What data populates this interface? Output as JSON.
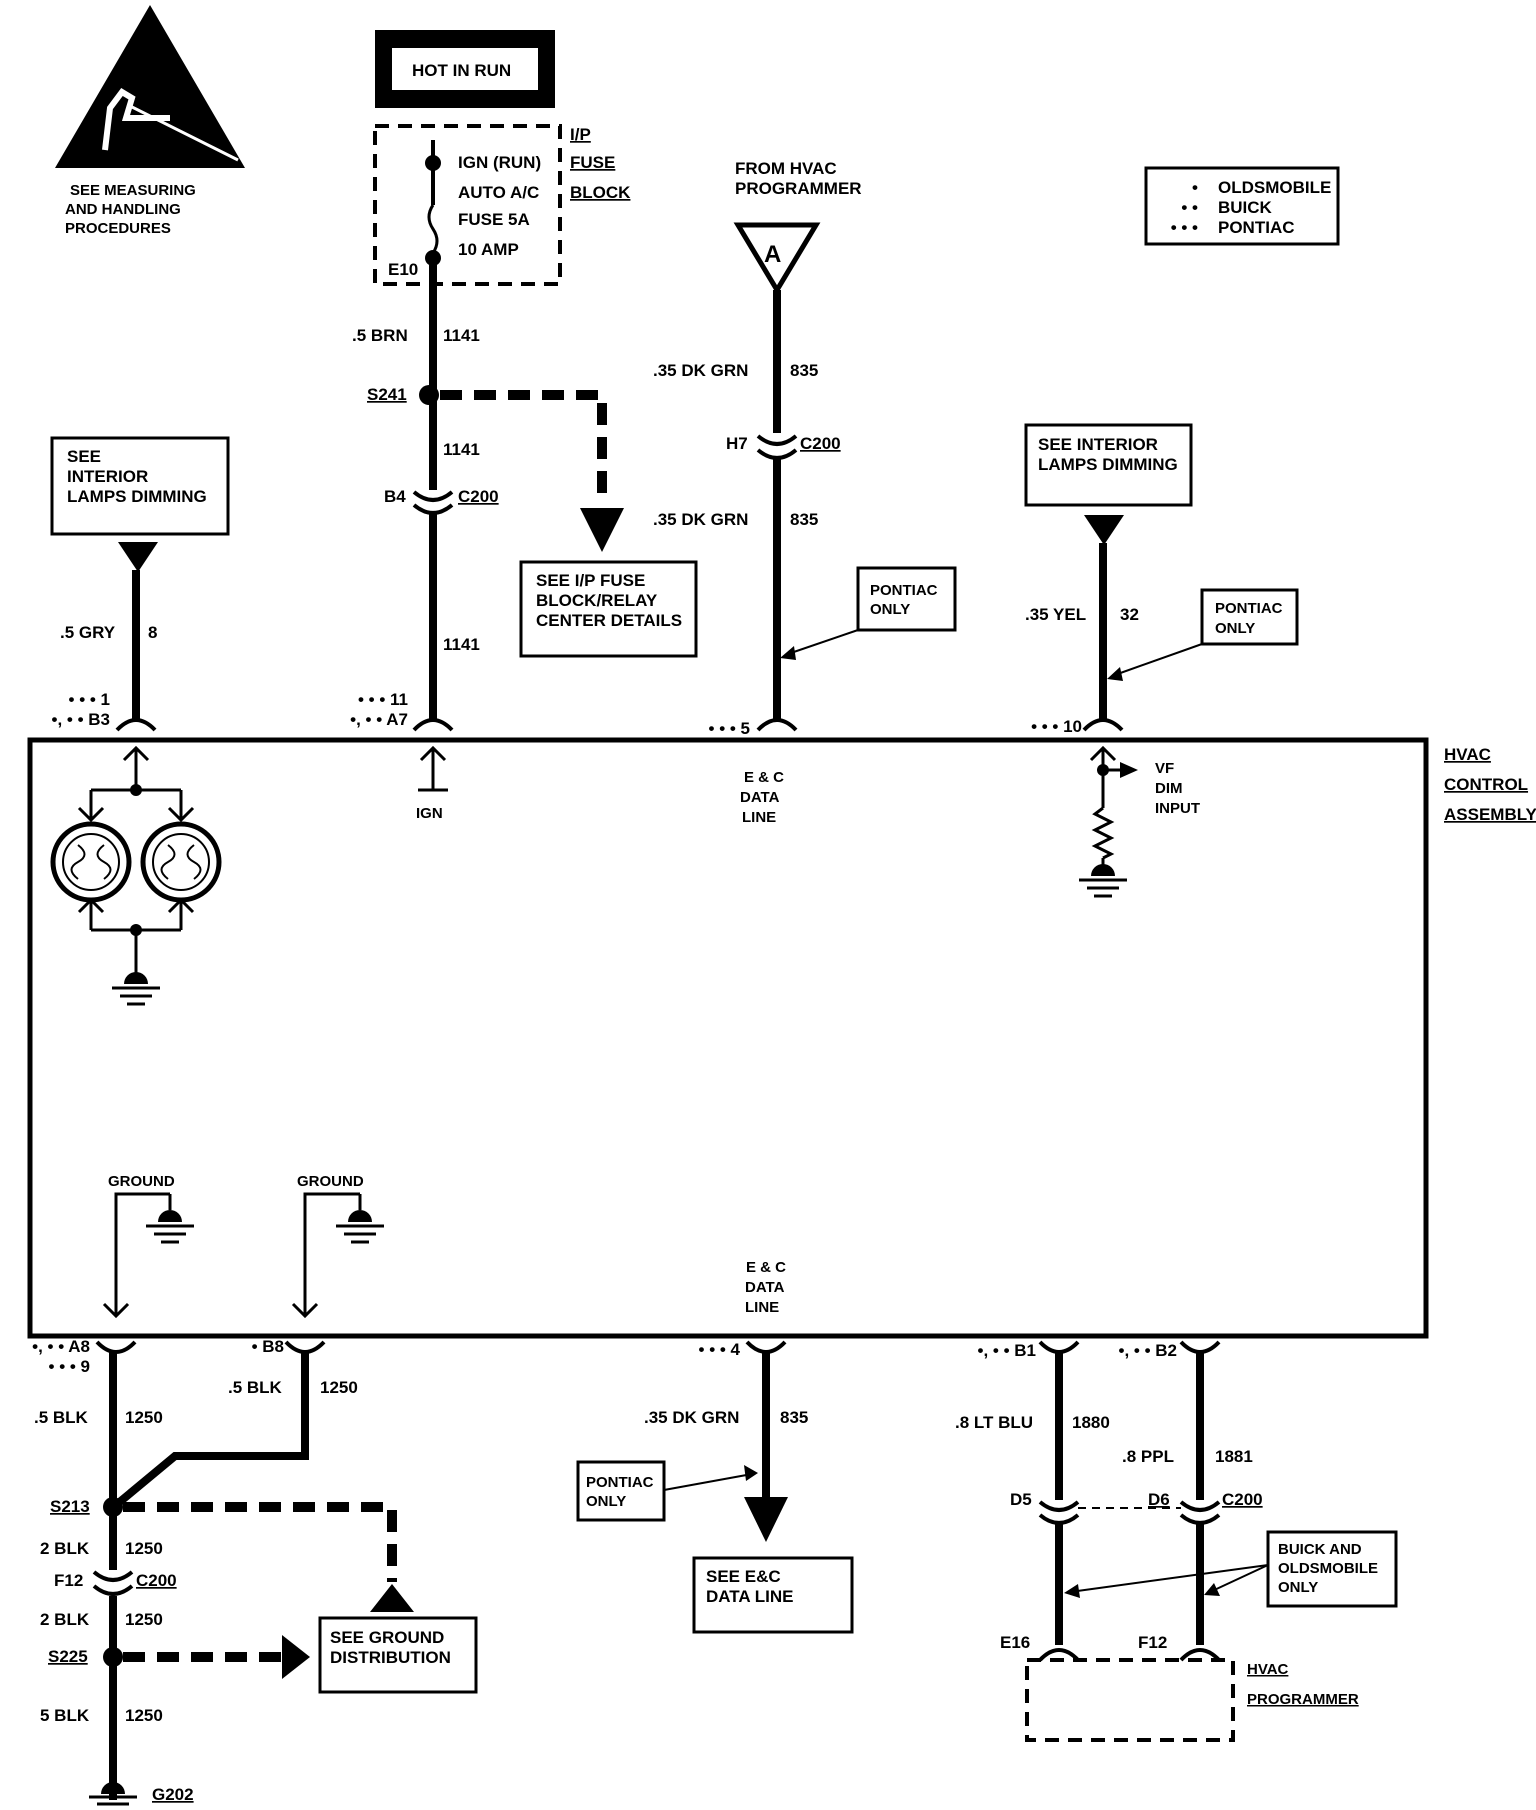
{
  "warning": {
    "lines": [
      "SEE MEASURING",
      "AND HANDLING",
      "PROCEDURES"
    ]
  },
  "hot_in_run": "HOT IN RUN",
  "fuse_block": {
    "title": [
      "I/P",
      "FUSE",
      "BLOCK"
    ],
    "fuse_lines": [
      "IGN (RUN)",
      "AUTO A/C",
      "FUSE 5A",
      "10 AMP"
    ],
    "terminal": "E10"
  },
  "legend": {
    "rows": [
      {
        "dots": "•",
        "label": "OLDSMOBILE"
      },
      {
        "dots": "• •",
        "label": "BUICK"
      },
      {
        "dots": "• • •",
        "label": "PONTIAC"
      }
    ]
  },
  "circuit_1141": {
    "wire_top": ".5 BRN",
    "circuit": "1141",
    "splice": "S241",
    "connector_pin": "B4",
    "connector": "C200",
    "pin_labels": [
      "• • • 11",
      "•, • • A7"
    ]
  },
  "fuse_details_box": [
    "SEE I/P FUSE",
    "BLOCK/RELAY",
    "CENTER DETAILS"
  ],
  "from_hvac": {
    "lines": [
      "FROM HVAC",
      "PROGRAMMER"
    ],
    "marker": "A"
  },
  "circuit_835_top": {
    "wire": ".35 DK GRN",
    "circuit": "835",
    "pin": "H7",
    "connector": "C200",
    "pin_label": "• • • 5",
    "pontiac_note": [
      "PONTIAC",
      "ONLY"
    ]
  },
  "interior_dim_left": {
    "box": [
      "SEE",
      "INTERIOR",
      "LAMPS DIMMING"
    ],
    "wire": ".5 GRY",
    "circuit": "8",
    "pin_labels": [
      "• • • 1",
      "•, • • B3"
    ]
  },
  "interior_dim_right": {
    "box": [
      "SEE INTERIOR",
      "LAMPS DIMMING"
    ],
    "wire": ".35 YEL",
    "circuit": "32",
    "pin_label": "• • • 10",
    "pontiac_note": [
      "PONTIAC",
      "ONLY"
    ]
  },
  "assembly": {
    "title": [
      "HVAC",
      "CONTROL",
      "ASSEMBLY"
    ],
    "ign": "IGN",
    "data_line_top": [
      "E & C",
      "DATA",
      "LINE"
    ],
    "data_line_bottom": [
      "E & C",
      "DATA",
      "LINE"
    ],
    "vf_dim": [
      "VF",
      "DIM",
      "INPUT"
    ],
    "ground_label": "GROUND"
  },
  "ground_circuit": {
    "pin_labels_left": [
      "•, • • A8",
      "• • • 9"
    ],
    "pin_label_b8": "• B8",
    "wire_b8": ".5 BLK",
    "circuit": "1250",
    "wire_a8": ".5 BLK",
    "splice_1": "S213",
    "wire_2": "2 BLK",
    "connector_pin": "F12",
    "connector": "C200",
    "wire_3": "2 BLK",
    "splice_2": "S225",
    "wire_4": "5 BLK",
    "ground": "G202",
    "ground_dist_box": [
      "SEE GROUND",
      "DISTRIBUTION"
    ]
  },
  "circuit_835_bottom": {
    "pin_label": "• • • 4",
    "wire": ".35 DK GRN",
    "circuit": "835",
    "pontiac_note": [
      "PONTIAC",
      "ONLY"
    ],
    "see_box": [
      "SEE E&C",
      "DATA LINE"
    ]
  },
  "programmer_circuits": {
    "b1_label": "•, • • B1",
    "b2_label": "•, • • B2",
    "wire_1880": ".8 LT BLU",
    "circuit_1880": "1880",
    "wire_1881": ".8 PPL",
    "circuit_1881": "1881",
    "pin_d5": "D5",
    "pin_d6": "D6",
    "connector": "C200",
    "note": [
      "BUICK AND",
      "OLDSMOBILE",
      "ONLY"
    ],
    "pin_e16": "E16",
    "pin_f12": "F12",
    "programmer": [
      "HVAC",
      "PROGRAMMER"
    ]
  }
}
